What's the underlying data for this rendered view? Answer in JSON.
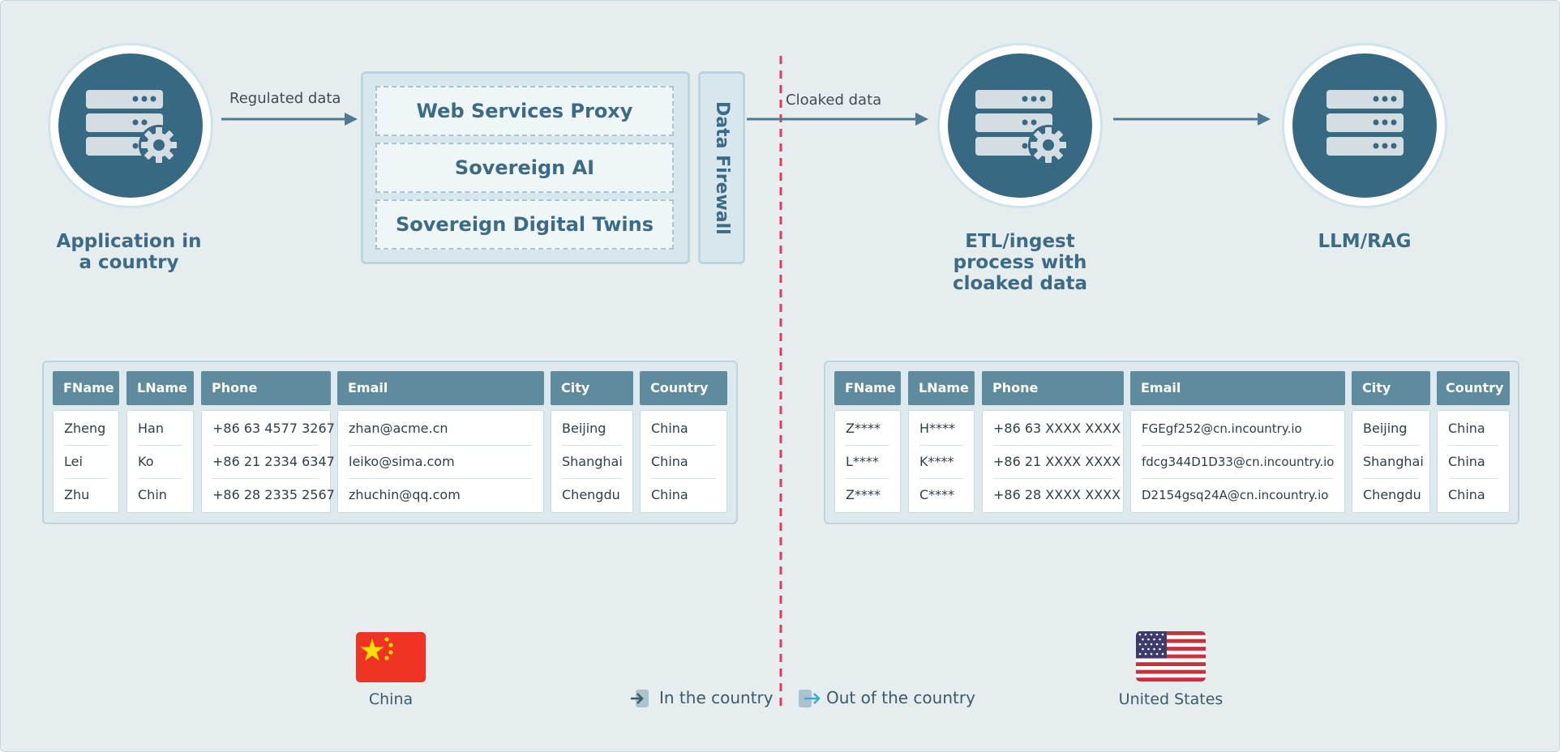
{
  "nodes": {
    "app": {
      "label": "Application in a country",
      "label_line1": "Application in",
      "label_line2": "a country",
      "icon": "server-gear-icon"
    },
    "etl": {
      "label_line1": "ETL/ingest",
      "label_line2": "process with",
      "label_line3": "cloaked data",
      "icon": "server-gear-icon"
    },
    "llm": {
      "label": "LLM/RAG",
      "icon": "server-icon"
    }
  },
  "arrows": {
    "regulated": "Regulated data",
    "cloaked": "Cloaked data"
  },
  "firewall": {
    "layers": [
      "Web Services Proxy",
      "Sovereign AI",
      "Sovereign Digital Twins"
    ],
    "wall_label": "Data Firewall"
  },
  "table_left": {
    "headers": [
      "FName",
      "LName",
      "Phone",
      "Email",
      "City",
      "Country"
    ],
    "columns": [
      [
        "Zheng",
        "Lei",
        "Zhu"
      ],
      [
        "Han",
        "Ko",
        "Chin"
      ],
      [
        "+86 63 4577 3267",
        "+86 21 2334 6347",
        "+86 28 2335 2567"
      ],
      [
        "zhan@acme.cn",
        "leiko@sima.com",
        "zhuchin@qq.com"
      ],
      [
        "Beijing",
        "Shanghai",
        "Chengdu"
      ],
      [
        "China",
        "China",
        "China"
      ]
    ]
  },
  "table_right": {
    "headers": [
      "FName",
      "LName",
      "Phone",
      "Email",
      "City",
      "Country"
    ],
    "columns": [
      [
        "Z****",
        "L****",
        "Z****"
      ],
      [
        "H****",
        "K****",
        "C****"
      ],
      [
        "+86 63 XXXX XXXX",
        "+86 21 XXXX XXXX",
        "+86 28 XXXX XXXX"
      ],
      [
        "FGEgf252@cn.incountry.io",
        "fdcg344D1D33@cn.incountry.io",
        "D2154gsq24A@cn.incountry.io"
      ],
      [
        "Beijing",
        "Shanghai",
        "Chengdu"
      ],
      [
        "China",
        "China",
        "China"
      ]
    ]
  },
  "flags": {
    "china": "China",
    "us": "United States"
  },
  "legend": {
    "in_country": "In the country",
    "out_country": "Out of the country"
  },
  "colors": {
    "server_fill": "#386983",
    "border_line": "#e8375a",
    "header": "#5f8b9e"
  }
}
